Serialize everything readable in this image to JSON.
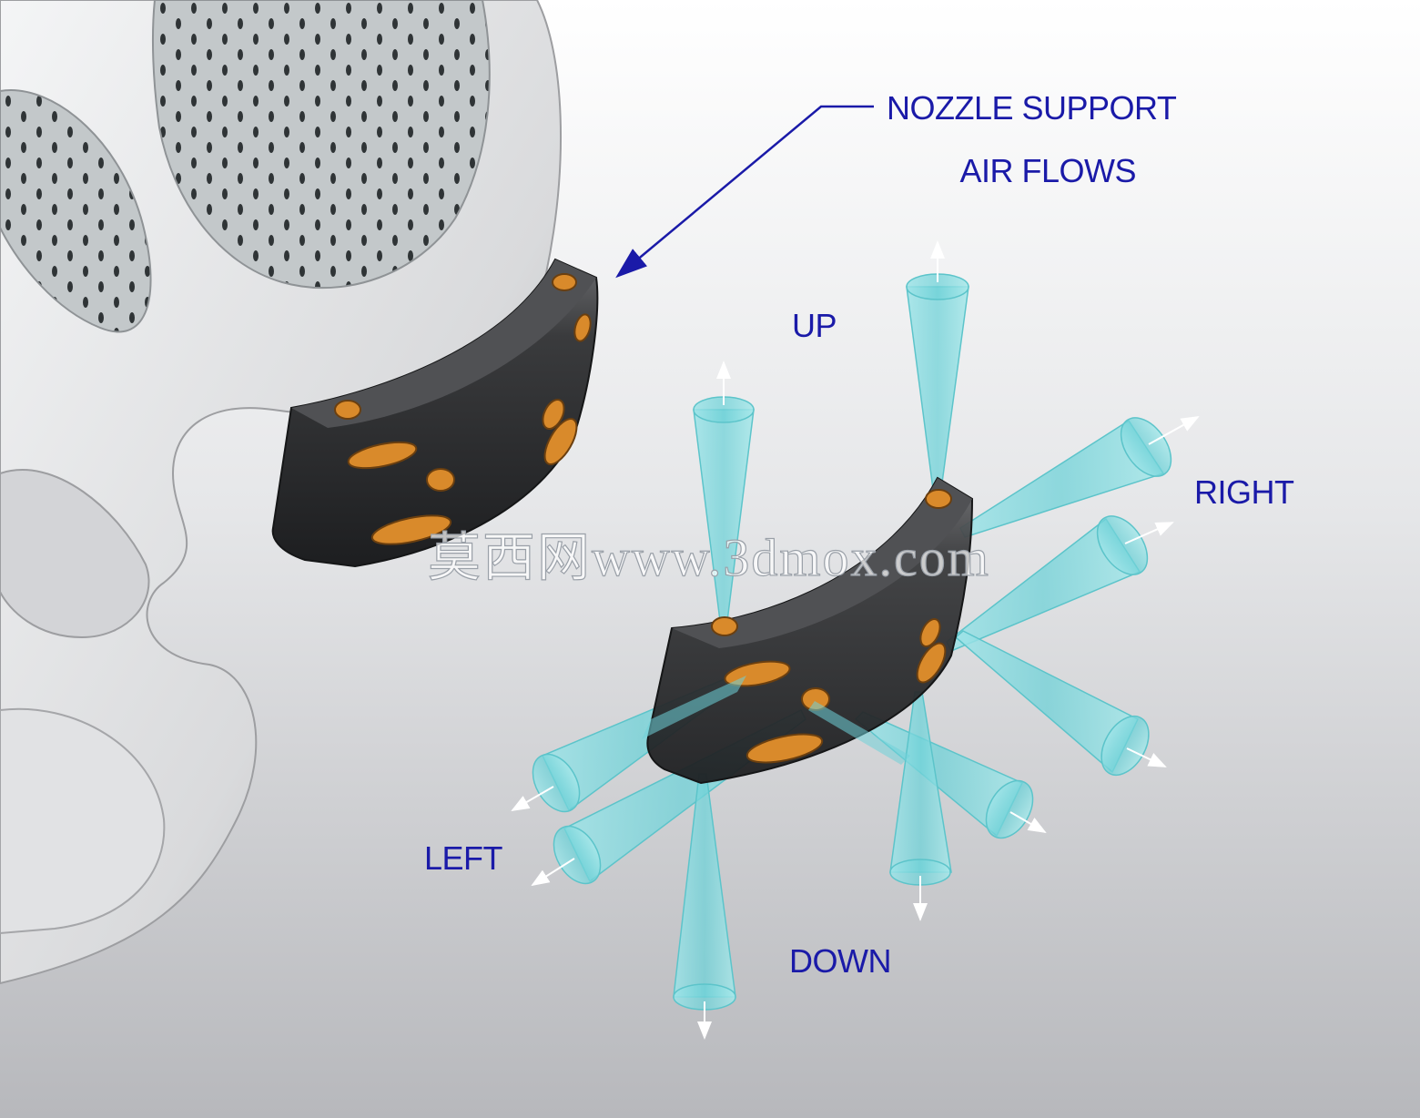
{
  "labels": {
    "nozzle_support": "NOZZLE SUPPORT",
    "air_flows": "AIR FLOWS",
    "up": "UP",
    "right": "RIGHT",
    "left": "LEFT",
    "down": "DOWN"
  },
  "watermark": "莫西网www.3dmox.com",
  "colors": {
    "label_text": "#1a1aa8",
    "leader_line": "#1a1aa8",
    "air_jet": "#7fd8dc",
    "nozzle_body": "#2e2f31",
    "nozzle_hole": "#d98a2b",
    "frame": "#e8e9eb",
    "mesh": "#bcc2c4",
    "background_top": "#ffffff",
    "background_bottom": "#b9babe"
  },
  "icons": {
    "flow_arrow": "arrow-icon",
    "nozzle": "nozzle-support-part",
    "frame": "mask-frame"
  }
}
